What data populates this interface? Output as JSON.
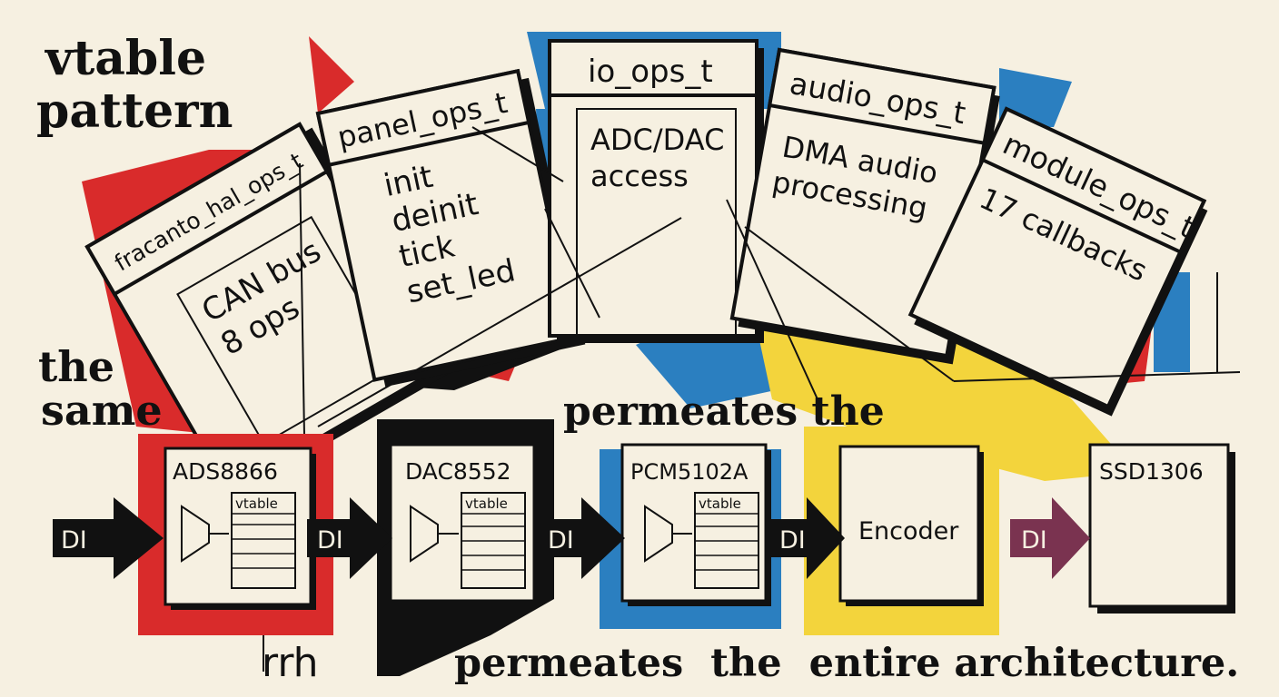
{
  "headings": {
    "title_line1": "vtable",
    "title_line2": "pattern",
    "left_line1": "the",
    "left_line2": "same",
    "middle": "permeates the",
    "bottom_left": "rrh",
    "bottom": "permeates  the  entire architecture."
  },
  "interfaces": [
    {
      "name": "fracanto_hal_ops_t",
      "lines": [
        "CAN bus",
        "8 ops"
      ]
    },
    {
      "name": "panel_ops_t",
      "lines": [
        "init",
        "deinit",
        "tick",
        "set_led"
      ]
    },
    {
      "name": "io_ops_t",
      "lines": [
        "ADC/DAC",
        "access"
      ]
    },
    {
      "name": "audio_ops_t",
      "lines": [
        "DMA audio",
        "processing"
      ]
    },
    {
      "name": "module_ops_t",
      "lines": [
        "17 callbacks"
      ]
    }
  ],
  "chips": [
    {
      "name": "ADS8866",
      "vtable": "vtable"
    },
    {
      "name": "DAC8552",
      "vtable": "vtable"
    },
    {
      "name": "PCM5102A",
      "vtable": "vtable"
    },
    {
      "name": "Encoder"
    },
    {
      "name": "SSD1306"
    }
  ],
  "arrows": [
    "DI",
    "DI",
    "DI",
    "DI",
    "DI"
  ],
  "colors": {
    "paper": "#f6f0e1",
    "ink": "#111111",
    "red": "#d92b2b",
    "blue": "#2b7fc0",
    "yellow": "#f3d43c",
    "purple": "#7a3350"
  }
}
